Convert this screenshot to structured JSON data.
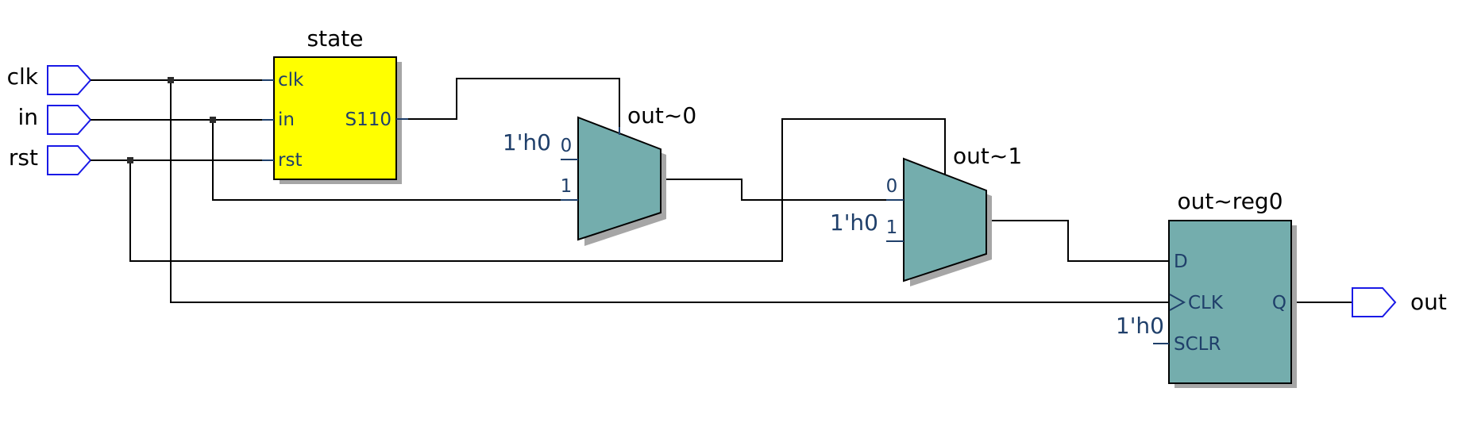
{
  "inputs": [
    "clk",
    "in",
    "rst"
  ],
  "output": "out",
  "state_block": {
    "title": "state",
    "fill": "#ffff00",
    "ports_in": [
      "clk",
      "in",
      "rst"
    ],
    "port_out": "S110"
  },
  "mux0": {
    "title": "out~0",
    "fill": "#74adad",
    "sel0": "0",
    "sel1": "1",
    "const": "1'h0"
  },
  "mux1": {
    "title": "out~1",
    "fill": "#74adad",
    "sel0": "0",
    "sel1": "1",
    "const": "1'h0"
  },
  "register": {
    "title": "out~reg0",
    "fill": "#74adad",
    "port_d": "D",
    "port_clk": "CLK",
    "port_sclr": "SCLR",
    "port_q": "Q",
    "const": "1'h0"
  },
  "colors": {
    "wire": "#000000",
    "io_port": "#1a1ae6",
    "port_text": "#1f3f6a",
    "shadow": "#a6a6a6"
  }
}
